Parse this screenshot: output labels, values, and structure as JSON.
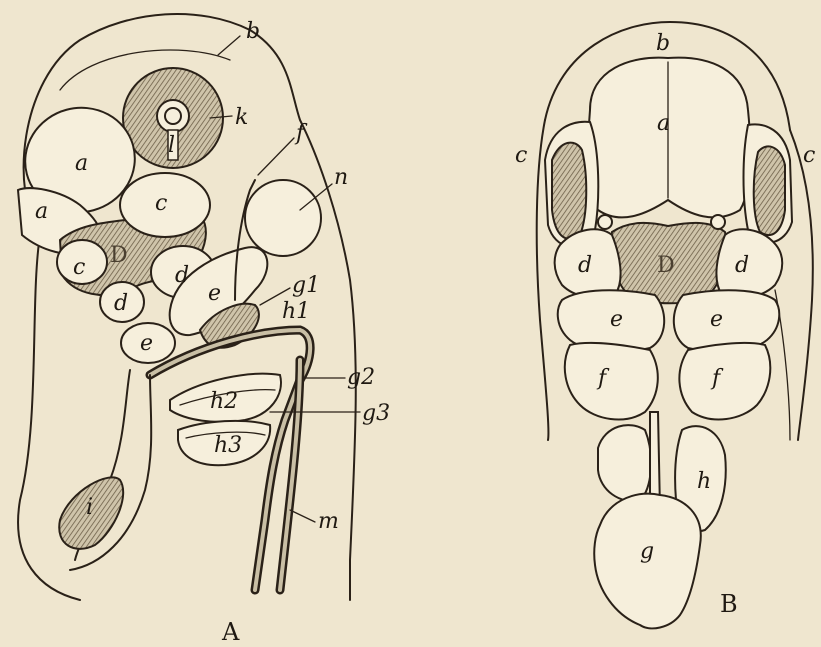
{
  "figure_A": {
    "caption": "A",
    "labels": {
      "b": "b",
      "k": "k",
      "l": "l",
      "f": "f",
      "a1": "a",
      "a2": "a",
      "n": "n",
      "c1": "c",
      "c2": "c",
      "D": "D",
      "d1": "d",
      "d2": "d",
      "e1": "e",
      "e2": "e",
      "g1": "g1",
      "h1": "h1",
      "g2": "g2",
      "g3": "g3",
      "h2": "h2",
      "h3": "h3",
      "i": "i",
      "m": "m"
    }
  },
  "figure_B": {
    "caption": "B",
    "labels": {
      "b": "b",
      "a": "a",
      "c1": "c",
      "c2": "c",
      "D": "D",
      "d1": "d",
      "d2": "d",
      "e1": "e",
      "e2": "e",
      "f1": "f",
      "f2": "f",
      "h": "h",
      "g": "g"
    }
  },
  "colors": {
    "paper": "#efe6cf",
    "ink": "#2a2118",
    "shade": "#b5a98e"
  }
}
